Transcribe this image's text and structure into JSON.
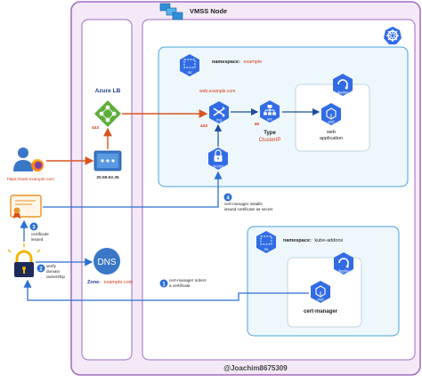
{
  "cluster": {
    "vmss_node_label": "VMSS Node",
    "watermark": "@Joachim8675309"
  },
  "ingress_path": {
    "azure_lb_label": "Azure LB",
    "lb_port": "443",
    "public_ip": "20.59.62.35",
    "user_url": "https://web.example.com",
    "dns_zone_label": "Zone:",
    "dns_zone_value": "example.com",
    "dns_icon_text": "DNS"
  },
  "namespace_example": {
    "prefix": "namespace:",
    "name": "example",
    "ns_badge": "ns",
    "ingress_host": "web.example.com",
    "ingress_port": "443",
    "ingress_badge": "ing",
    "svc_port": "80",
    "svc_badge": "svc",
    "svc_type_label": "Type",
    "svc_type_value": "ClusterIP",
    "deploy_badge": "deploy",
    "pod_badge": "pod",
    "pod_label_line1": "web",
    "pod_label_line2": "application",
    "secret_badge": "secret"
  },
  "namespace_addons": {
    "prefix": "namespace:",
    "name": "kube-addons",
    "ns_badge": "ns",
    "deploy_badge": "deploy",
    "pod_badge": "pod",
    "pod_label": "cert-manager"
  },
  "steps": [
    {
      "num": "1",
      "line1": "cert-manager orders",
      "line2": "a certificate"
    },
    {
      "num": "2",
      "line1": "verify",
      "line2": "domain",
      "line3": "ownership"
    },
    {
      "num": "3",
      "line1": "certificate",
      "line2": "issued"
    },
    {
      "num": "4",
      "line1": "cert-manager installs",
      "line2": "issued certificate as secret"
    }
  ],
  "colors": {
    "outer_panel_fill": "#f4e9f7",
    "outer_panel_border": "#a06cc0",
    "namespace_fill": "#eef7fc",
    "namespace_border": "#4aa3d8",
    "k8s_blue": "#326ce5",
    "arrow_orange": "#d9541e",
    "arrow_blue": "#2a6fd1",
    "azure_green": "#5fae3c",
    "azure_blue": "#3a78c7",
    "lock_gold": "#f2b705",
    "red_label": "#d23c1a"
  }
}
